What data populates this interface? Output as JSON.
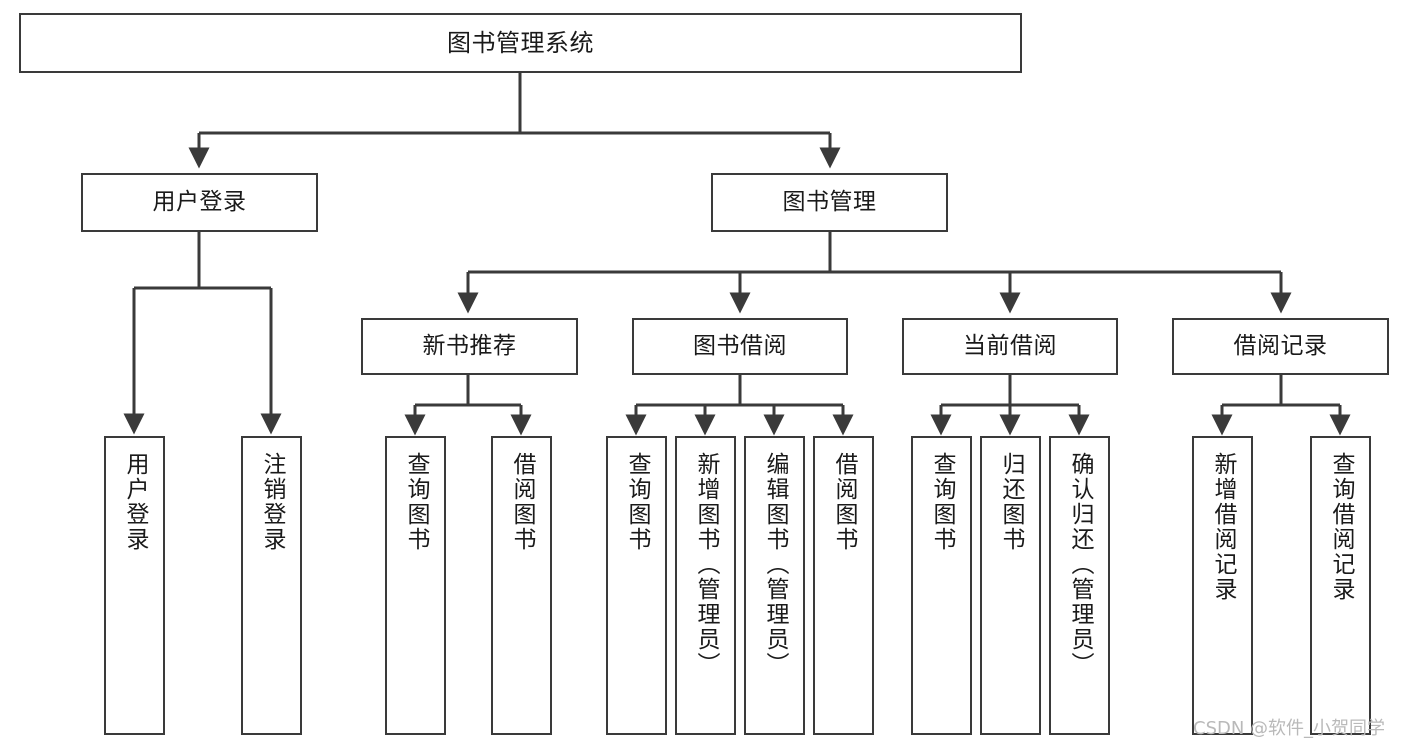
{
  "diagram": {
    "type": "tree-hierarchy",
    "title_node": {
      "label": "图书管理系统"
    },
    "level2": [
      {
        "id": "user-login",
        "label": "用户登录"
      },
      {
        "id": "book-management",
        "label": "图书管理"
      }
    ],
    "level3": [
      {
        "id": "new-book-recommend",
        "label": "新书推荐"
      },
      {
        "id": "book-borrow",
        "label": "图书借阅"
      },
      {
        "id": "current-borrow",
        "label": "当前借阅"
      },
      {
        "id": "borrow-record",
        "label": "借阅记录"
      }
    ],
    "leaves": {
      "user_login": [
        {
          "id": "leaf-user-login",
          "label": "用户登录"
        },
        {
          "id": "leaf-logout-login",
          "label": "注销登录"
        }
      ],
      "new_book_recommend": [
        {
          "id": "leaf-query-book-1",
          "label": "查询图书"
        },
        {
          "id": "leaf-borrow-book-1",
          "label": "借阅图书"
        }
      ],
      "book_borrow": [
        {
          "id": "leaf-query-book-2",
          "label": "查询图书"
        },
        {
          "id": "leaf-add-book",
          "label": "新增图书（管理员）"
        },
        {
          "id": "leaf-edit-book",
          "label": "编辑图书（管理员）"
        },
        {
          "id": "leaf-borrow-book-2",
          "label": "借阅图书"
        }
      ],
      "current_borrow": [
        {
          "id": "leaf-query-book-3",
          "label": "查询图书"
        },
        {
          "id": "leaf-return-book",
          "label": "归还图书"
        },
        {
          "id": "leaf-confirm-return",
          "label": "确认归还（管理员）"
        }
      ],
      "borrow_record": [
        {
          "id": "leaf-add-record",
          "label": "新增借阅记录"
        },
        {
          "id": "leaf-query-record",
          "label": "查询借阅记录"
        }
      ]
    }
  },
  "watermark": {
    "text": "CSDN @软件_小贺同学"
  },
  "colors": {
    "border": "#3a3a3a",
    "background": "#ffffff",
    "text": "#1a1a1a",
    "watermark": "#b9b9b9"
  }
}
